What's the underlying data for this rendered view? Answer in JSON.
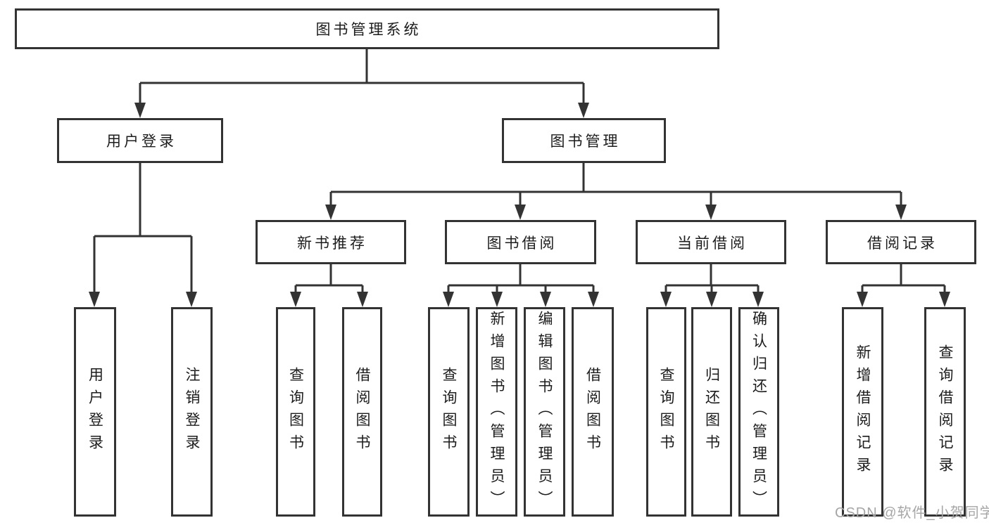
{
  "style": {
    "background": "#ffffff",
    "line_color": "#333333",
    "box_border_color": "#333333",
    "text_color": "#1c1c1c",
    "watermark_color": "#a6a6a6"
  },
  "diagram": {
    "root": {
      "label": "图书管理系统"
    },
    "branches": [
      {
        "label": "用户登录",
        "children": [
          {
            "label": "用户登录"
          },
          {
            "label": "注销登录"
          }
        ]
      },
      {
        "label": "图书管理",
        "children": [
          {
            "label": "新书推荐",
            "children": [
              {
                "label": "查询图书"
              },
              {
                "label": "借阅图书"
              }
            ]
          },
          {
            "label": "图书借阅",
            "children": [
              {
                "label": "查询图书"
              },
              {
                "label": "新增图书（管理员）"
              },
              {
                "label": "编辑图书（管理员）"
              },
              {
                "label": "借阅图书"
              }
            ]
          },
          {
            "label": "当前借阅",
            "children": [
              {
                "label": "查询图书"
              },
              {
                "label": "归还图书"
              },
              {
                "label": "确认归还（管理员）"
              }
            ]
          },
          {
            "label": "借阅记录",
            "children": [
              {
                "label": "新增借阅记录"
              },
              {
                "label": "查询借阅记录"
              }
            ]
          }
        ]
      }
    ]
  },
  "watermark": {
    "text": "CSDN @软件_小贺同学"
  }
}
